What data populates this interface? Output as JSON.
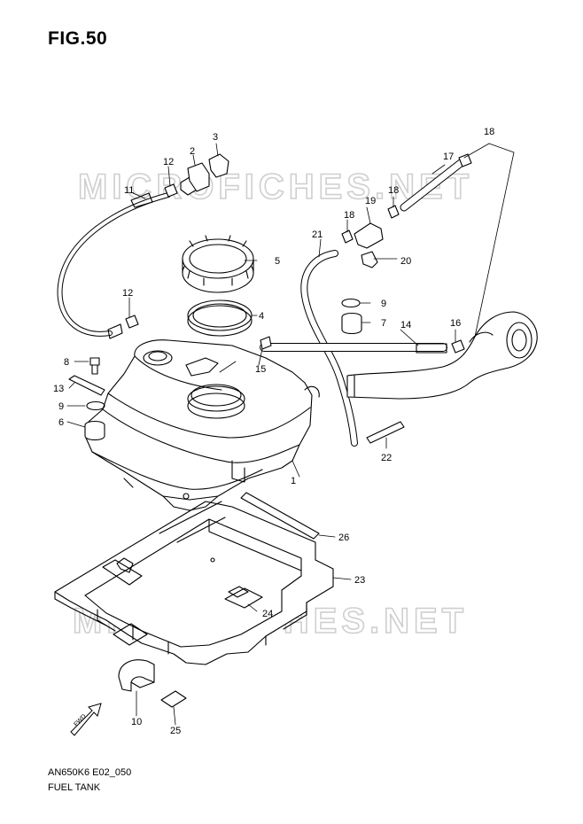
{
  "figure_title": "FIG.50",
  "model_code": "AN650K6 E02_050",
  "section_name": "FUEL TANK",
  "watermark_text": "MICROFICHES.NET",
  "fwd_label": "FWD",
  "colors": {
    "line": "#000000",
    "background": "#ffffff",
    "watermark": "#cfcfcf"
  },
  "parts": [
    {
      "key": "p1",
      "number": "1"
    },
    {
      "key": "p2",
      "number": "2"
    },
    {
      "key": "p3",
      "number": "3"
    },
    {
      "key": "p4",
      "number": "4"
    },
    {
      "key": "p5",
      "number": "5"
    },
    {
      "key": "p6",
      "number": "6"
    },
    {
      "key": "p7",
      "number": "7"
    },
    {
      "key": "p8",
      "number": "8"
    },
    {
      "key": "p9a",
      "number": "9"
    },
    {
      "key": "p9b",
      "number": "9"
    },
    {
      "key": "p10",
      "number": "10"
    },
    {
      "key": "p11",
      "number": "11"
    },
    {
      "key": "p12a",
      "number": "12"
    },
    {
      "key": "p12b",
      "number": "12"
    },
    {
      "key": "p13",
      "number": "13"
    },
    {
      "key": "p14",
      "number": "14"
    },
    {
      "key": "p15",
      "number": "15"
    },
    {
      "key": "p16",
      "number": "16"
    },
    {
      "key": "p17",
      "number": "17"
    },
    {
      "key": "p18a",
      "number": "18"
    },
    {
      "key": "p18b",
      "number": "18"
    },
    {
      "key": "p18c",
      "number": "18"
    },
    {
      "key": "p19",
      "number": "19"
    },
    {
      "key": "p20",
      "number": "20"
    },
    {
      "key": "p21",
      "number": "21"
    },
    {
      "key": "p22",
      "number": "22"
    },
    {
      "key": "p23",
      "number": "23"
    },
    {
      "key": "p24",
      "number": "24"
    },
    {
      "key": "p25",
      "number": "25"
    },
    {
      "key": "p26",
      "number": "26"
    },
    {
      "key": "p6b",
      "number": "6"
    }
  ]
}
